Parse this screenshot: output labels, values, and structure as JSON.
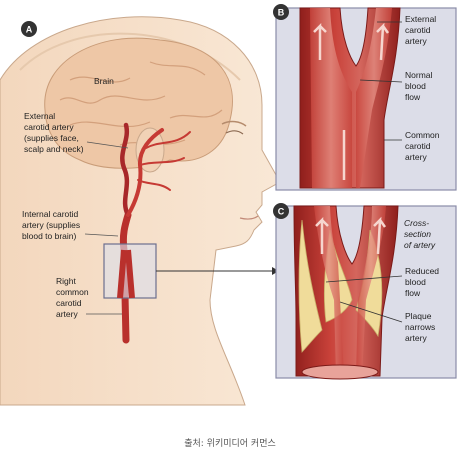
{
  "panels": {
    "a": {
      "badge": "A",
      "labels": {
        "brain": "Brain",
        "external_carotid": [
          "External",
          "carotid artery",
          "(supplies face,",
          "scalp and neck)"
        ],
        "internal_carotid": [
          "Internal carotid",
          "artery (supplies",
          "blood to brain)"
        ],
        "right_common_carotid": [
          "Right",
          "common",
          "carotid",
          "artery"
        ]
      }
    },
    "b": {
      "badge": "B",
      "labels": {
        "external_carotid": [
          "External",
          "carotid",
          "artery"
        ],
        "normal_flow": [
          "Normal",
          "blood",
          "flow"
        ],
        "common_carotid": [
          "Common",
          "carotid",
          "artery"
        ]
      }
    },
    "c": {
      "badge": "C",
      "labels": {
        "cross_section": [
          "Cross-",
          "section",
          "of artery"
        ],
        "reduced_flow": [
          "Reduced",
          "blood",
          "flow"
        ],
        "plaque": [
          "Plaque",
          "narrows",
          "artery"
        ]
      }
    }
  },
  "caption": "출처: 위키미디어 커먼스",
  "colors": {
    "panel_bg": "#dcdde8",
    "panel_border": "#8a8ca8",
    "skin": "#f6e2cc",
    "brain": "#eec7a6",
    "artery": "#b9302c",
    "artery_light": "#d4665d",
    "plaque": "#f0dc9a",
    "badge": "#333333"
  }
}
